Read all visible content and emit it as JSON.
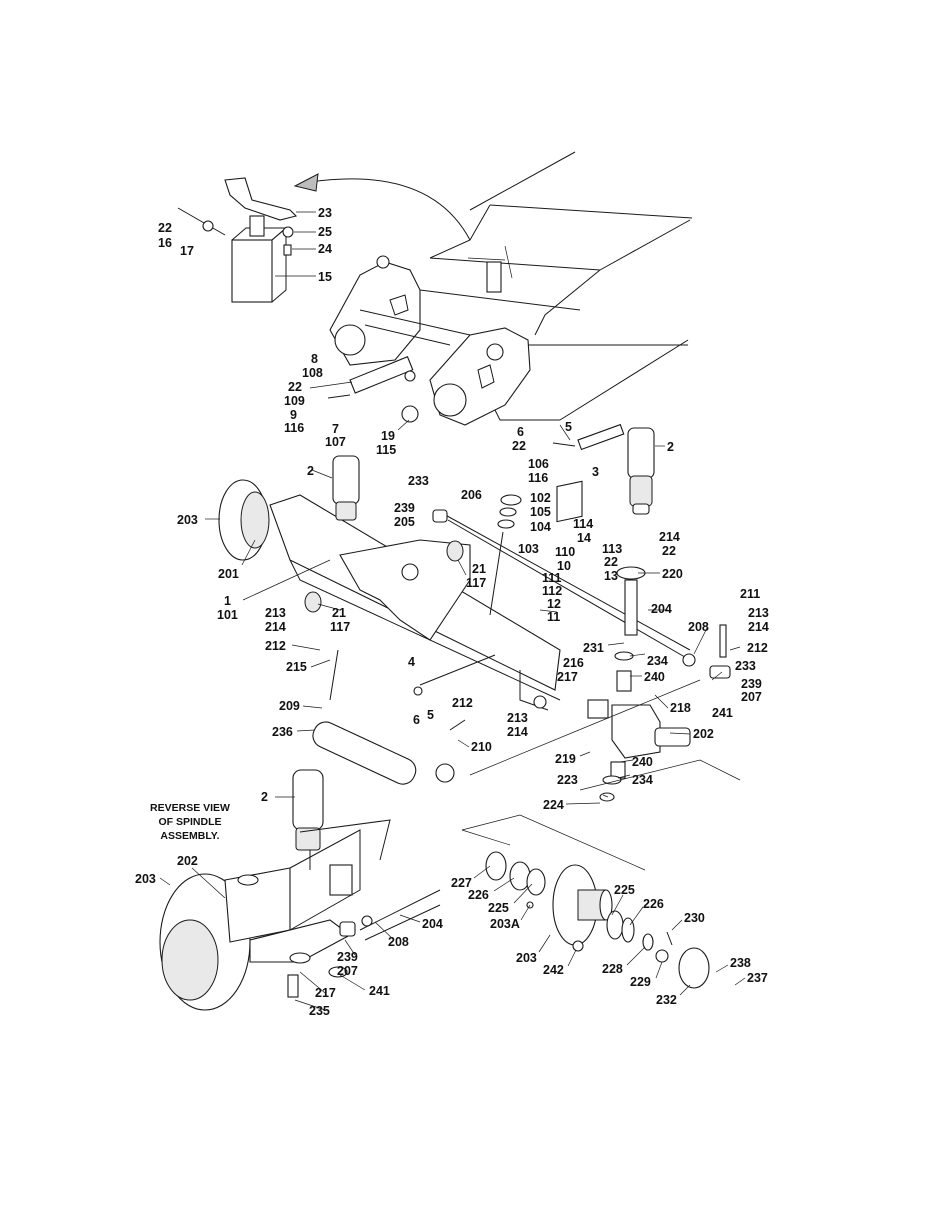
{
  "figure": {
    "note_lines": [
      "REVERSE VIEW",
      "OF SPINDLE",
      "ASSEMBLY."
    ]
  },
  "callouts": [
    {
      "text": "23"
    },
    {
      "text": "25"
    },
    {
      "text": "24"
    },
    {
      "text": "15"
    },
    {
      "text": "22"
    },
    {
      "text": "16"
    },
    {
      "text": "17"
    },
    {
      "text": "8"
    },
    {
      "text": "108"
    },
    {
      "text": "22"
    },
    {
      "text": "109"
    },
    {
      "text": "9"
    },
    {
      "text": "116"
    },
    {
      "text": "7"
    },
    {
      "text": "107"
    },
    {
      "text": "19"
    },
    {
      "text": "115"
    },
    {
      "text": "6"
    },
    {
      "text": "22"
    },
    {
      "text": "5"
    },
    {
      "text": "3"
    },
    {
      "text": "2"
    },
    {
      "text": "2"
    },
    {
      "text": "203"
    },
    {
      "text": "201"
    },
    {
      "text": "233"
    },
    {
      "text": "239"
    },
    {
      "text": "205"
    },
    {
      "text": "206"
    },
    {
      "text": "106"
    },
    {
      "text": "116"
    },
    {
      "text": "102"
    },
    {
      "text": "105"
    },
    {
      "text": "104"
    },
    {
      "text": "103"
    },
    {
      "text": "114"
    },
    {
      "text": "14"
    },
    {
      "text": "113"
    },
    {
      "text": "22"
    },
    {
      "text": "13"
    },
    {
      "text": "110"
    },
    {
      "text": "10"
    },
    {
      "text": "111"
    },
    {
      "text": "112"
    },
    {
      "text": "12"
    },
    {
      "text": "11"
    },
    {
      "text": "214"
    },
    {
      "text": "22"
    },
    {
      "text": "220"
    },
    {
      "text": "21"
    },
    {
      "text": "117"
    },
    {
      "text": "1"
    },
    {
      "text": "101"
    },
    {
      "text": "21"
    },
    {
      "text": "117"
    },
    {
      "text": "204"
    },
    {
      "text": "211"
    },
    {
      "text": "213"
    },
    {
      "text": "214"
    },
    {
      "text": "208"
    },
    {
      "text": "212"
    },
    {
      "text": "233"
    },
    {
      "text": "239"
    },
    {
      "text": "207"
    },
    {
      "text": "241"
    },
    {
      "text": "231"
    },
    {
      "text": "234"
    },
    {
      "text": "240"
    },
    {
      "text": "213"
    },
    {
      "text": "214"
    },
    {
      "text": "212"
    },
    {
      "text": "215"
    },
    {
      "text": "4"
    },
    {
      "text": "6"
    },
    {
      "text": "5"
    },
    {
      "text": "216"
    },
    {
      "text": "217"
    },
    {
      "text": "218"
    },
    {
      "text": "209"
    },
    {
      "text": "236"
    },
    {
      "text": "212"
    },
    {
      "text": "213"
    },
    {
      "text": "214"
    },
    {
      "text": "210"
    },
    {
      "text": "202"
    },
    {
      "text": "219"
    },
    {
      "text": "240"
    },
    {
      "text": "223"
    },
    {
      "text": "234"
    },
    {
      "text": "224"
    },
    {
      "text": "2"
    },
    {
      "text": "202"
    },
    {
      "text": "203"
    },
    {
      "text": "204"
    },
    {
      "text": "208"
    },
    {
      "text": "239"
    },
    {
      "text": "207"
    },
    {
      "text": "241"
    },
    {
      "text": "217"
    },
    {
      "text": "235"
    },
    {
      "text": "227"
    },
    {
      "text": "226"
    },
    {
      "text": "225"
    },
    {
      "text": "203A"
    },
    {
      "text": "203"
    },
    {
      "text": "242"
    },
    {
      "text": "225"
    },
    {
      "text": "226"
    },
    {
      "text": "230"
    },
    {
      "text": "228"
    },
    {
      "text": "229"
    },
    {
      "text": "232"
    },
    {
      "text": "238"
    },
    {
      "text": "237"
    }
  ]
}
